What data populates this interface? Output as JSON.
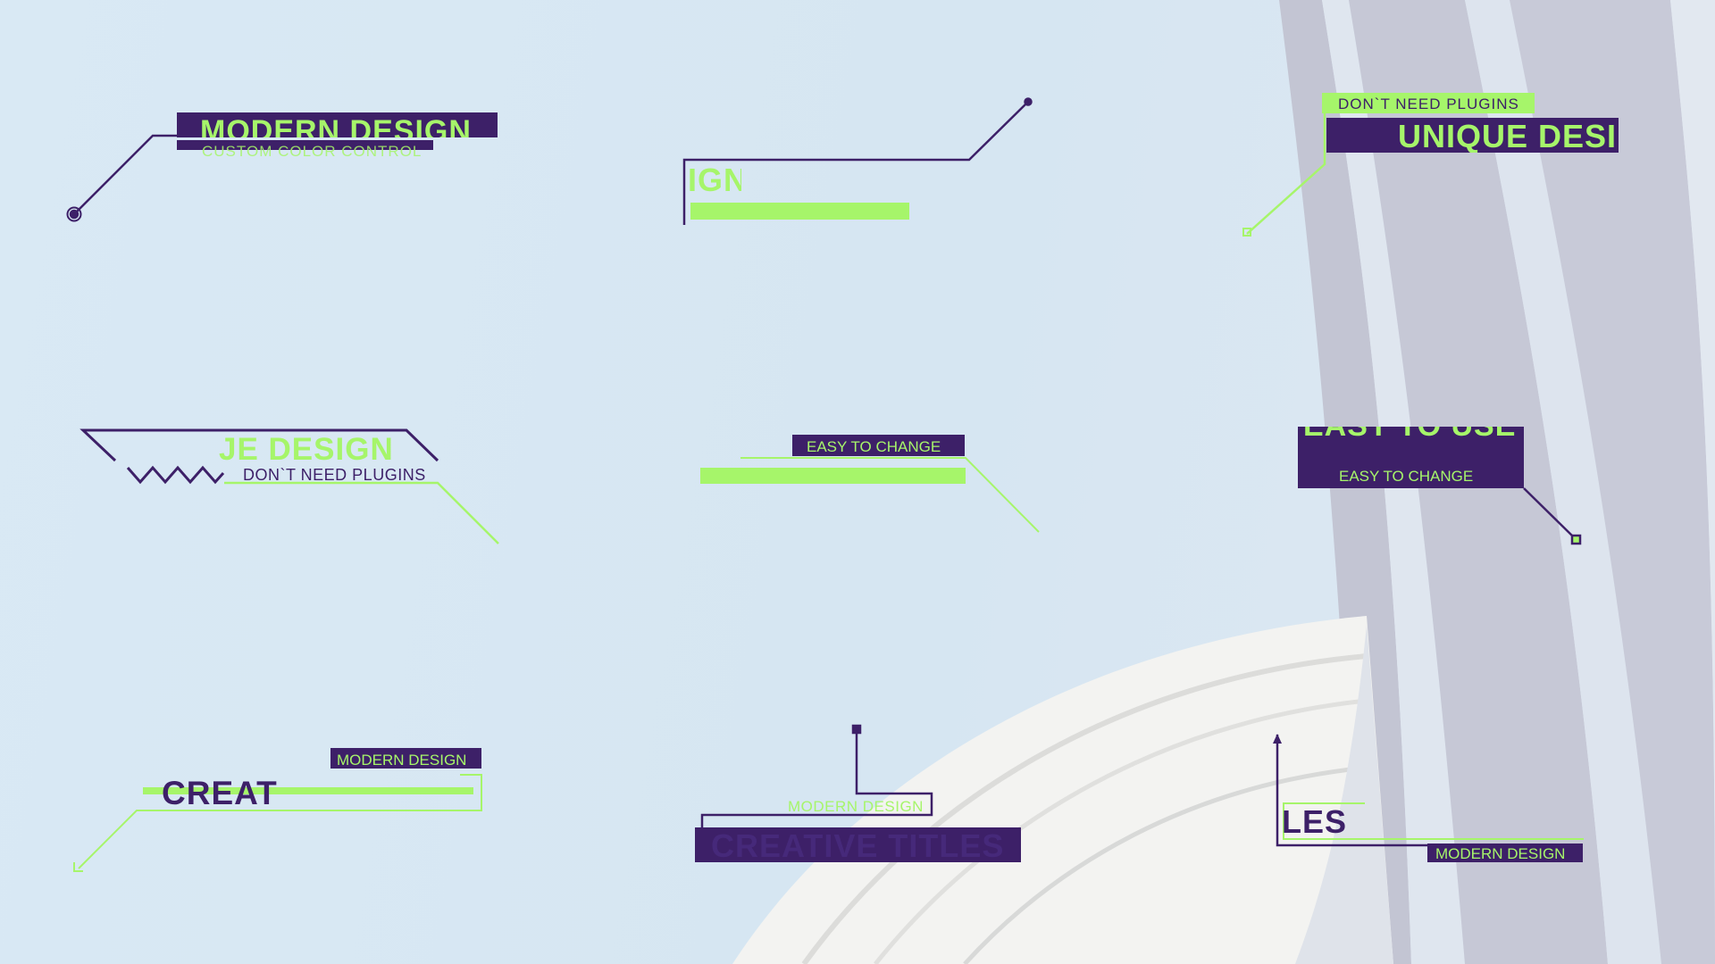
{
  "colors": {
    "accent_purple": "#3d2068",
    "accent_green": "#a6f56a",
    "background": "#d8e8f3"
  },
  "titles": {
    "t1": {
      "title": "MODERN DESIGN",
      "subtitle": "CUSTOM COLOR CONTROL"
    },
    "t2": {
      "title": "IGN"
    },
    "t3": {
      "label": "DON`T NEED PLUGINS",
      "title": "UNIQUE DESI"
    },
    "t4": {
      "title": "JE DESIGN",
      "subtitle": "DON`T NEED PLUGINS"
    },
    "t5": {
      "label": "EASY TO CHANGE"
    },
    "t6": {
      "title": "EASY TO USE",
      "subtitle": "EASY TO CHANGE"
    },
    "t7": {
      "label": "MODERN DESIGN",
      "title": "CREAT"
    },
    "t8": {
      "label": "MODERN DESIGN",
      "title": "CREATIVE TITLES"
    },
    "t9": {
      "title": "LES",
      "label": "MODERN DESIGN"
    }
  }
}
